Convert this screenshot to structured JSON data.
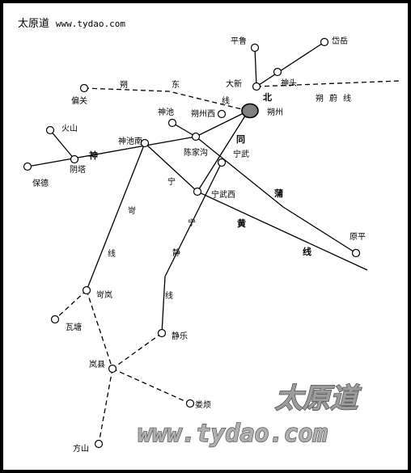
{
  "header": {
    "site_name": "太原道",
    "site_url": "www.tydao.com"
  },
  "watermark": {
    "cn": "太原道",
    "url": "www.tydao.com"
  },
  "stations": {
    "pinglu": "平鲁",
    "daiyue": "岱岳",
    "daxin": "大新",
    "shentou": "神头",
    "pianguan": "偏关",
    "shenchi": "神池",
    "shuozhouxi": "朔州西",
    "shuozhou": "朔州",
    "huoshan": "火山",
    "shenchinan": "神池南",
    "chenjiagou": "陈家沟",
    "yinta": "阴塔",
    "baode": "保德",
    "ningwu": "宁武",
    "ningwuxi": "宁武西",
    "yuanping": "原平",
    "kelan": "岢岚",
    "watang": "瓦塘",
    "jingle": "静乐",
    "lanxian": "岚县",
    "loufan": "娄烦",
    "fangshan": "方山"
  },
  "lines": {
    "shuodong": [
      "朔",
      "东",
      "线"
    ],
    "beitongpu": [
      "北",
      "同",
      "蒲"
    ],
    "shuowei": [
      "朔",
      "蔚",
      "线"
    ],
    "shenshuo": [
      "神"
    ],
    "ningke": [
      "宁",
      "岢",
      "线"
    ],
    "ningjing": [
      "宁",
      "静",
      "线"
    ],
    "shenhuang": [
      "黄",
      "线"
    ]
  }
}
